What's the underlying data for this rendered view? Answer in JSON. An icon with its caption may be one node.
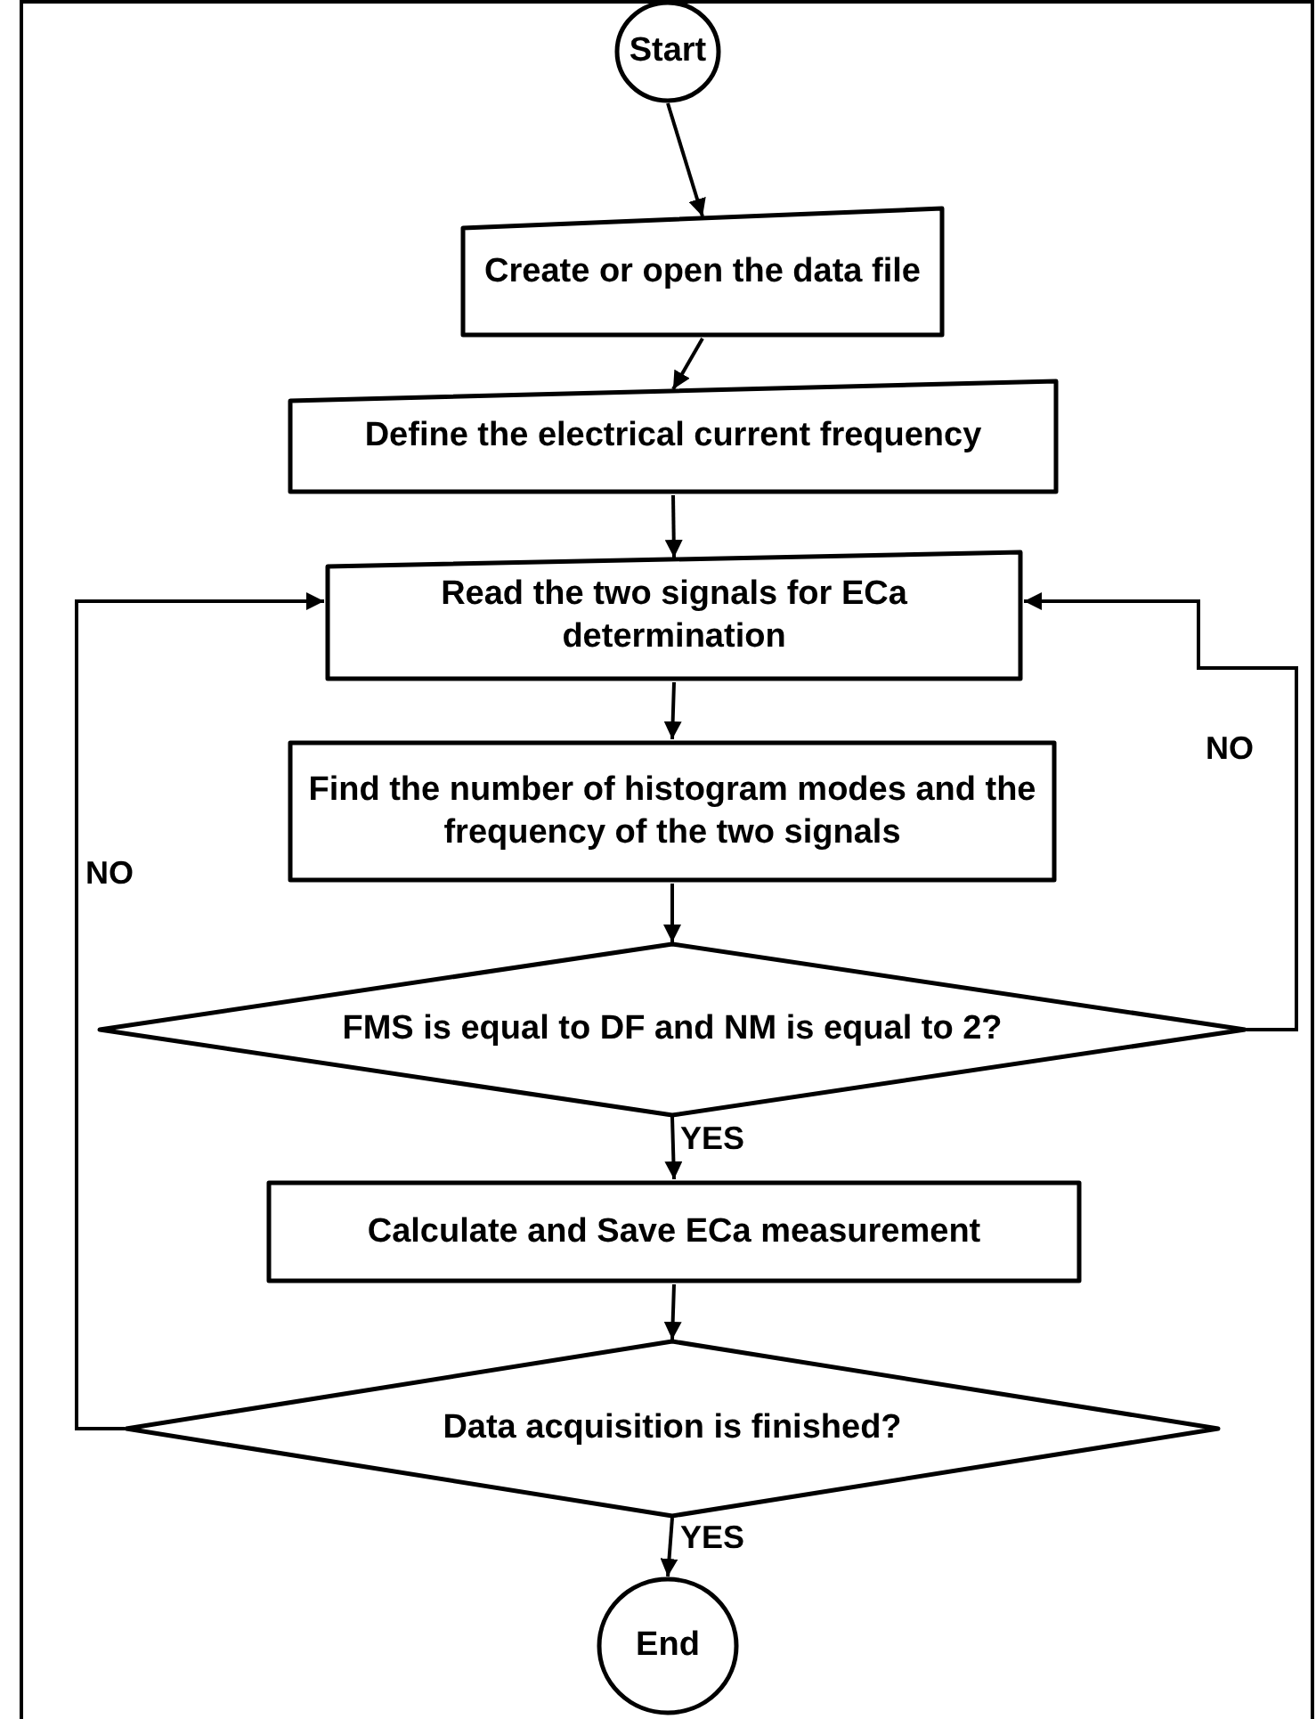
{
  "diagram": {
    "nodes": [
      {
        "text": [
          "Start"
        ]
      },
      {
        "text": [
          "Create or open the data file"
        ]
      },
      {
        "text": [
          "Define the electrical current frequency"
        ]
      },
      {
        "text": [
          "Read the two signals for ECa determination"
        ]
      },
      {
        "text": [
          "Find the number of histogram modes and the frequency of the two signals"
        ]
      },
      {
        "text": [
          "FMS is equal to DF and NM is equal to 2?"
        ]
      },
      {
        "text": [
          "Calculate and Save ECa measurement"
        ]
      },
      {
        "text": [
          "Data acquisition is finished?"
        ]
      },
      {
        "text": [
          "End"
        ]
      }
    ],
    "edges": [
      {
        "from": 0,
        "to": 1,
        "arrow": "to"
      },
      {
        "from": 1,
        "to": 2,
        "arrow": "to"
      },
      {
        "from": 2,
        "to": 3,
        "arrow": "to"
      },
      {
        "from": 3,
        "to": 4,
        "arrow": "to"
      },
      {
        "from": 4,
        "to": 5,
        "arrow": "to"
      },
      {
        "from": 5,
        "to": 6,
        "arrow": "to",
        "label": "YES"
      },
      {
        "from": 5,
        "to": 3,
        "arrow": "to",
        "label": "NO"
      },
      {
        "from": 6,
        "to": 7,
        "arrow": "to"
      },
      {
        "from": 7,
        "to": 3,
        "arrow": "to",
        "label": "NO"
      },
      {
        "from": 7,
        "to": 8,
        "arrow": "to",
        "label": "YES"
      }
    ]
  }
}
